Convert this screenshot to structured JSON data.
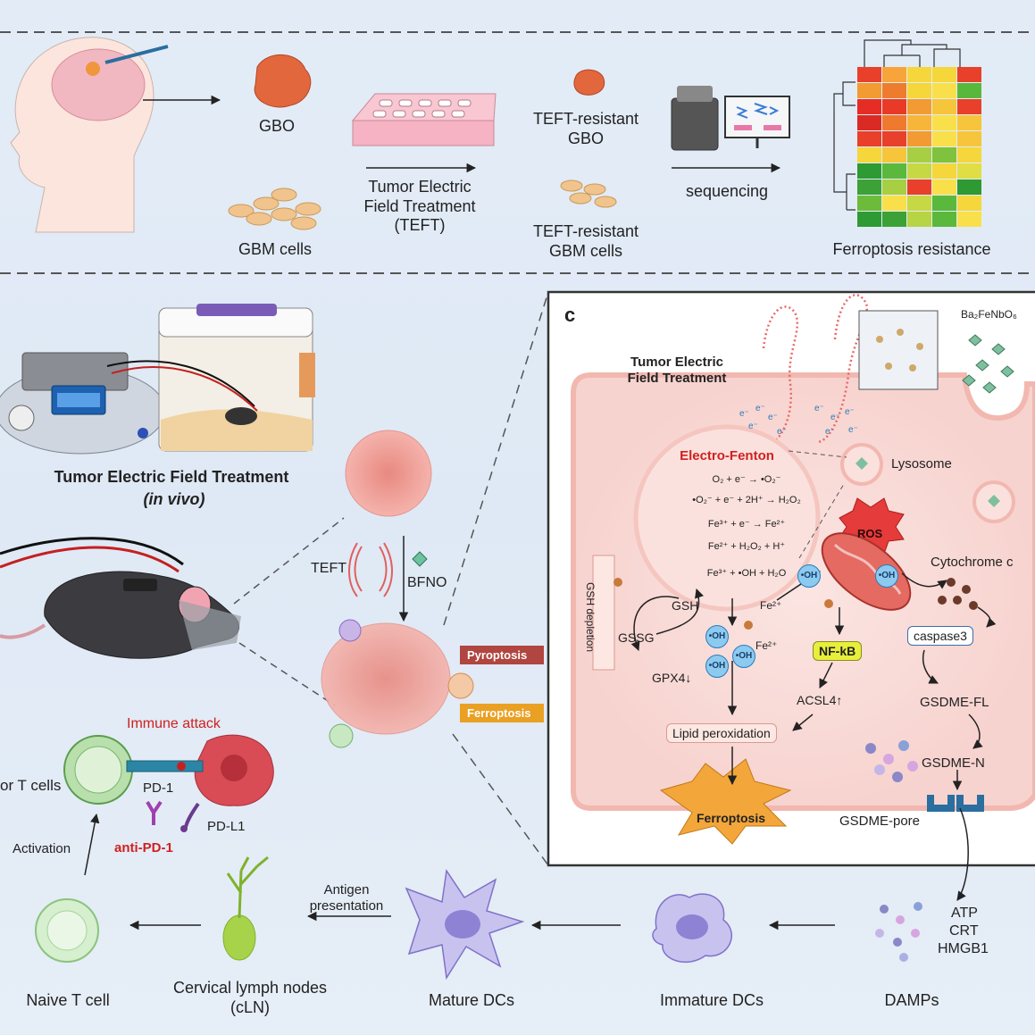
{
  "top_panel": {
    "gbo": "GBO",
    "gbm_cells": "GBM cells",
    "teft_label": "Tumor Electric\nField Treatment\n(TEFT)",
    "teft_resistant_gbo": "TEFT-resistant\nGBO",
    "teft_resistant_gbm": "TEFT-resistant\nGBM cells",
    "sequencing": "sequencing",
    "ferroptosis_resistance": "Ferroptosis resistance",
    "heatmap_rows": [
      [
        "#e8402a",
        "#f7a43a",
        "#f5d63b",
        "#f5d63b",
        "#e8402a"
      ],
      [
        "#f19b32",
        "#ee7c2f",
        "#f5d63b",
        "#f9e04b",
        "#58b83c"
      ],
      [
        "#e52d25",
        "#e83a27",
        "#f19b32",
        "#f6c53b",
        "#e8402a"
      ],
      [
        "#d92a25",
        "#ef7a2e",
        "#f7b63a",
        "#f9e04b",
        "#f6c53b"
      ],
      [
        "#e8402a",
        "#e8402a",
        "#f19b32",
        "#f9e04b",
        "#f6c53b"
      ],
      [
        "#f5d63b",
        "#f6c53b",
        "#a7cf43",
        "#7fc23e",
        "#f5d63b"
      ],
      [
        "#2d9a33",
        "#5ab83c",
        "#c6d843",
        "#f5d63b",
        "#e0dd45"
      ],
      [
        "#3ca137",
        "#a7cf43",
        "#e8402a",
        "#f9e04b",
        "#2d9a33"
      ],
      [
        "#6dbb3b",
        "#f9e04b",
        "#c6d843",
        "#5ab83c",
        "#f5d63b"
      ],
      [
        "#2d9a33",
        "#3ca137",
        "#b6d443",
        "#5ab83c",
        "#f9e04b"
      ]
    ]
  },
  "left_panel": {
    "in_vivo_title": "Tumor Electric Field Treatment",
    "in_vivo_sub": "(in vivo)",
    "teft": "TEFT",
    "bfno": "BFNO",
    "pyroptosis": "Pyroptosis",
    "ferroptosis_tag": "Ferroptosis",
    "immune_attack": "Immune attack",
    "t_cells": "or T cells",
    "pd1": "PD-1",
    "pdl1": "PD-L1",
    "anti_pd1": "anti-PD-1",
    "activation": "Activation"
  },
  "bottom_row": {
    "naive_t": "Naive T cell",
    "cln": "Cervical lymph nodes\n(cLN)",
    "antigen": "Antigen\npresentation",
    "mature_dcs": "Mature DCs",
    "immature_dcs": "Immature DCs",
    "damps": "DAMPs",
    "atp": "ATP",
    "crt": "CRT",
    "hmgb1": "HMGB1"
  },
  "panel_c": {
    "letter": "c",
    "teft_title": "Tumor Electric\nField Treatment",
    "bfno_formula": "Ba₂FeNbO₆",
    "lysosome": "Lysosome",
    "electro_fenton": "Electro-Fenton",
    "equations": [
      "O₂ + e⁻ → •O₂⁻",
      "•O₂⁻ + e⁻ + 2H⁺ → H₂O₂",
      "Fe³⁺ + e⁻ → Fe²⁺",
      "Fe²⁺ + H₂O₂ + H⁺",
      "Fe³⁺ + •OH + H₂O"
    ],
    "ros": "ROS",
    "oh": "•OH",
    "cytochrome": "Cytochrome c",
    "caspase3": "caspase3",
    "gsdme_fl": "GSDME-FL",
    "gsdme_n": "GSDME-N",
    "gsdme_pore": "GSDME-pore",
    "gsh_depletion": "GSH depletion",
    "gsh": "GSH",
    "gssg": "GSSG",
    "gpx4": "GPX4↓",
    "fe2_a": "Fe²⁺",
    "fe2_b": "Fe²⁺",
    "nfkb": "NF-kB",
    "acsl4": "ACSL4↑",
    "lipid": "Lipid peroxidation",
    "ferroptosis": "Ferroptosis",
    "electrons": [
      "e⁻",
      "e⁻",
      "e⁻",
      "e⁻",
      "e⁻",
      "e⁻",
      "e⁻",
      "e⁻",
      "e⁻",
      "e⁻"
    ]
  },
  "colors": {
    "pyroptosis_tag": "#b0463f",
    "ferroptosis_tag": "#eaa023",
    "nfkb_box": "#e7ef3a",
    "ros_star": "#e53b3b",
    "ferroptosis_star": "#f3a63a"
  }
}
